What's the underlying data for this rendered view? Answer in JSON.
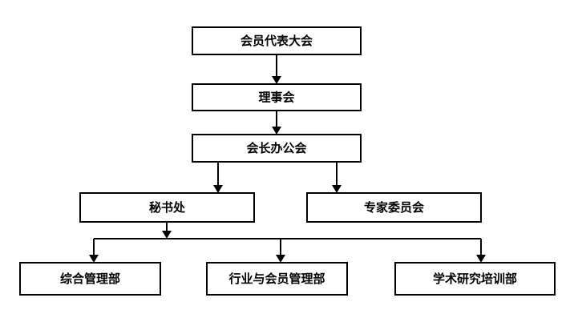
{
  "diagram": {
    "type": "org-chart",
    "line_color": "#000000",
    "box_border_color": "#000000",
    "nodes": {
      "members_congress": "会员代表大会",
      "council": "理事会",
      "president_office": "会长办公会",
      "secretariat": "秘书处",
      "expert_committee": "专家委员会",
      "general_management": "综合管理部",
      "industry_member_management": "行业与会员管理部",
      "academic_research_training": "学术研究培训部"
    },
    "edges": [
      [
        "members_congress",
        "council"
      ],
      [
        "council",
        "president_office"
      ],
      [
        "president_office",
        "secretariat"
      ],
      [
        "president_office",
        "expert_committee"
      ],
      [
        "secretariat",
        "general_management"
      ],
      [
        "secretariat",
        "industry_member_management"
      ],
      [
        "secretariat",
        "academic_research_training"
      ]
    ]
  }
}
